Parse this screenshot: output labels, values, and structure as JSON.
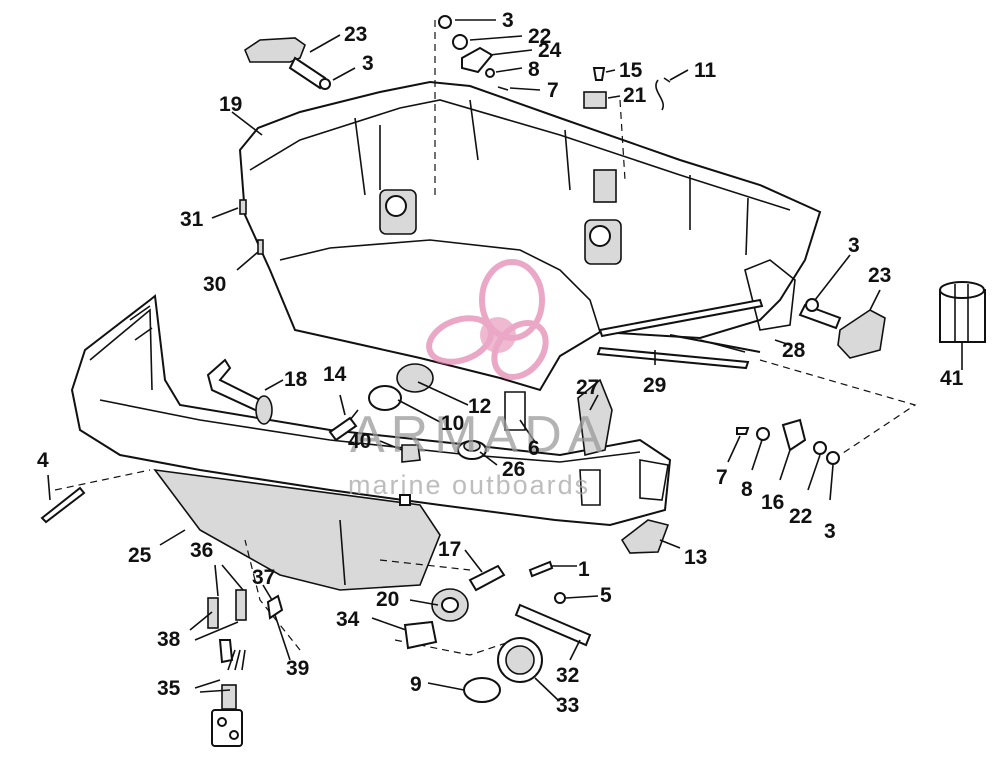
{
  "watermark": {
    "brand": "ARMADA",
    "tagline": "marine outboards",
    "logo_color": "#e07aa8"
  },
  "callouts": {
    "c1": "1",
    "c3a": "3",
    "c3b": "3",
    "c3c": "3",
    "c3d": "3",
    "c4": "4",
    "c5": "5",
    "c6": "6",
    "c7a": "7",
    "c7b": "7",
    "c8a": "8",
    "c8b": "8",
    "c9": "9",
    "c10": "10",
    "c11": "11",
    "c12": "12",
    "c13": "13",
    "c14": "14",
    "c15": "15",
    "c16": "16",
    "c17": "17",
    "c18": "18",
    "c19": "19",
    "c20": "20",
    "c21": "21",
    "c22a": "22",
    "c22b": "22",
    "c23a": "23",
    "c23b": "23",
    "c24": "24",
    "c25": "25",
    "c26": "26",
    "c27": "27",
    "c28": "28",
    "c29": "29",
    "c30": "30",
    "c31": "31",
    "c32": "32",
    "c33": "33",
    "c34": "34",
    "c35": "35",
    "c36": "36",
    "c37": "37",
    "c38": "38",
    "c39": "39",
    "c40": "40",
    "c41": "41"
  }
}
